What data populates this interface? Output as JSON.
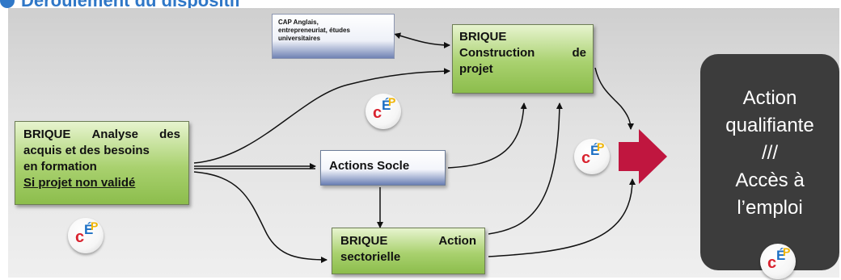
{
  "title": "Déroulement du dispositif",
  "boxes": {
    "cap": [
      "CAP Anglais,",
      "entrepreneuriat, études",
      "universitaires"
    ],
    "construction": {
      "line1a": "BRIQUE",
      "line2a": "Construction",
      "line2b": "de",
      "line3a": "projet"
    },
    "analyse": {
      "line1a": "BRIQUE",
      "line1b": "Analyse",
      "line1c": "des",
      "line2a": "acquis et des besoins",
      "line3a": "en formation",
      "line4a": "Si projet non validé"
    },
    "socle": "Actions Socle",
    "sectorielle": {
      "line1a": "BRIQUE",
      "line1b": "Action",
      "line2a": "sectorielle"
    },
    "final": [
      "Action",
      "qualifiante",
      "///",
      "Accès à",
      "l’emploi"
    ]
  },
  "logo": {
    "c": "c",
    "e": "É",
    "p": "P"
  },
  "colors": {
    "title": "#2f77c7",
    "arrow": "#c0163f",
    "dark": "#3c3c3c",
    "green": "#a9d16f"
  }
}
